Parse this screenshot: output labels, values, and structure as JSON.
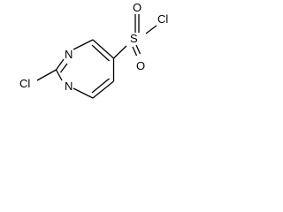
{
  "structure": {
    "atoms": {
      "n_upper": "N",
      "n_lower": "N",
      "cl_ring": "Cl",
      "s": "S",
      "o_top": "O",
      "o_bottom": "O",
      "cl_sulfonyl": "Cl"
    }
  }
}
